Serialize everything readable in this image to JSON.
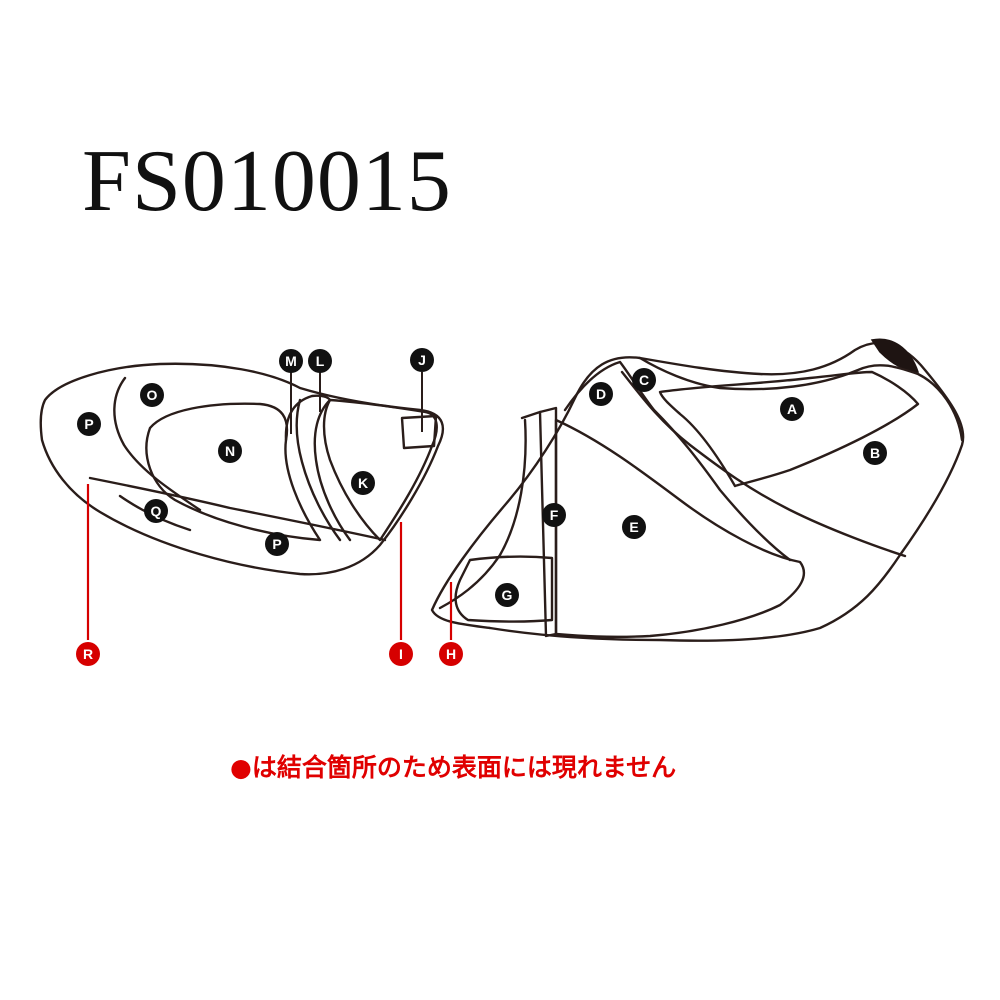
{
  "title": "FS010015",
  "note": "●は結合箇所のため表面には現れません",
  "labels": {
    "A": "A",
    "B": "B",
    "C": "C",
    "D": "D",
    "E": "E",
    "F": "F",
    "G": "G",
    "H": "H",
    "I": "I",
    "J": "J",
    "K": "K",
    "L": "L",
    "M": "M",
    "N": "N",
    "O": "O",
    "P": "P",
    "Q": "Q",
    "R": "R"
  },
  "colors": {
    "outline": "#2a1d1a",
    "badge": "#111111",
    "hidden_badge": "#d60000",
    "note": "#e00000"
  }
}
